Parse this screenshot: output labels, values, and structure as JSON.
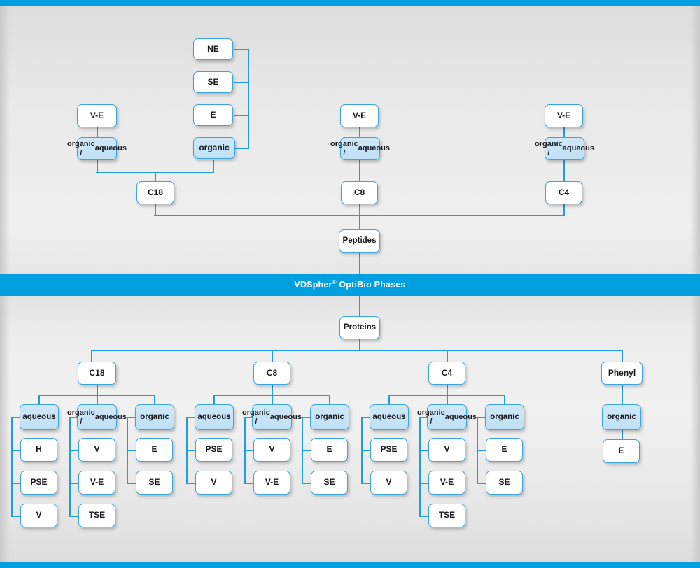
{
  "banner": {
    "brand": "VDSpher",
    "reg": "®",
    "rest": " OptiBio Phases"
  },
  "colors": {
    "accent": "#00a0e0",
    "line": "#1b9fe0",
    "node_border": "#3aa6dc",
    "node_fill": "#cfe8f8",
    "page_bg": "#e8e8e8"
  },
  "labels": {
    "peptides": "Peptides",
    "proteins": "Proteins",
    "c18": "C18",
    "c8": "C8",
    "c4": "C4",
    "phenyl": "Phenyl",
    "ve": "V-E",
    "ne": "NE",
    "se": "SE",
    "e": "E",
    "tse": "TSE",
    "pse": "PSE",
    "v": "V",
    "h": "H",
    "organic": "organic",
    "aqueous": "aqueous",
    "organic_aqueous_l1": "organic /",
    "organic_aqueous_l2": "aqueous"
  },
  "peptides_section": {
    "root": "Peptides",
    "columns": [
      {
        "phase": "C18",
        "groups": [
          {
            "category": "organic / aqueous",
            "items": [
              "V-E"
            ]
          },
          {
            "category": "organic",
            "items": [
              "NE",
              "SE",
              "E"
            ]
          }
        ]
      },
      {
        "phase": "C8",
        "groups": [
          {
            "category": "organic / aqueous",
            "items": [
              "V-E"
            ]
          }
        ]
      },
      {
        "phase": "C4",
        "groups": [
          {
            "category": "organic / aqueous",
            "items": [
              "V-E"
            ]
          }
        ]
      }
    ]
  },
  "proteins_section": {
    "root": "Proteins",
    "columns": [
      {
        "phase": "C18",
        "groups": [
          {
            "category": "aqueous",
            "items": [
              "H",
              "PSE",
              "V"
            ]
          },
          {
            "category": "organic / aqueous",
            "items": [
              "V",
              "V-E",
              "TSE"
            ]
          },
          {
            "category": "organic",
            "items": [
              "E",
              "SE"
            ]
          }
        ]
      },
      {
        "phase": "C8",
        "groups": [
          {
            "category": "aqueous",
            "items": [
              "PSE",
              "V"
            ]
          },
          {
            "category": "organic / aqueous",
            "items": [
              "V",
              "V-E"
            ]
          },
          {
            "category": "organic",
            "items": [
              "E",
              "SE"
            ]
          }
        ]
      },
      {
        "phase": "C4",
        "groups": [
          {
            "category": "aqueous",
            "items": [
              "PSE",
              "V"
            ]
          },
          {
            "category": "organic / aqueous",
            "items": [
              "V",
              "V-E",
              "TSE"
            ]
          },
          {
            "category": "organic",
            "items": [
              "E",
              "SE"
            ]
          }
        ]
      },
      {
        "phase": "Phenyl",
        "groups": [
          {
            "category": "organic",
            "items": [
              "E"
            ]
          }
        ]
      }
    ]
  }
}
